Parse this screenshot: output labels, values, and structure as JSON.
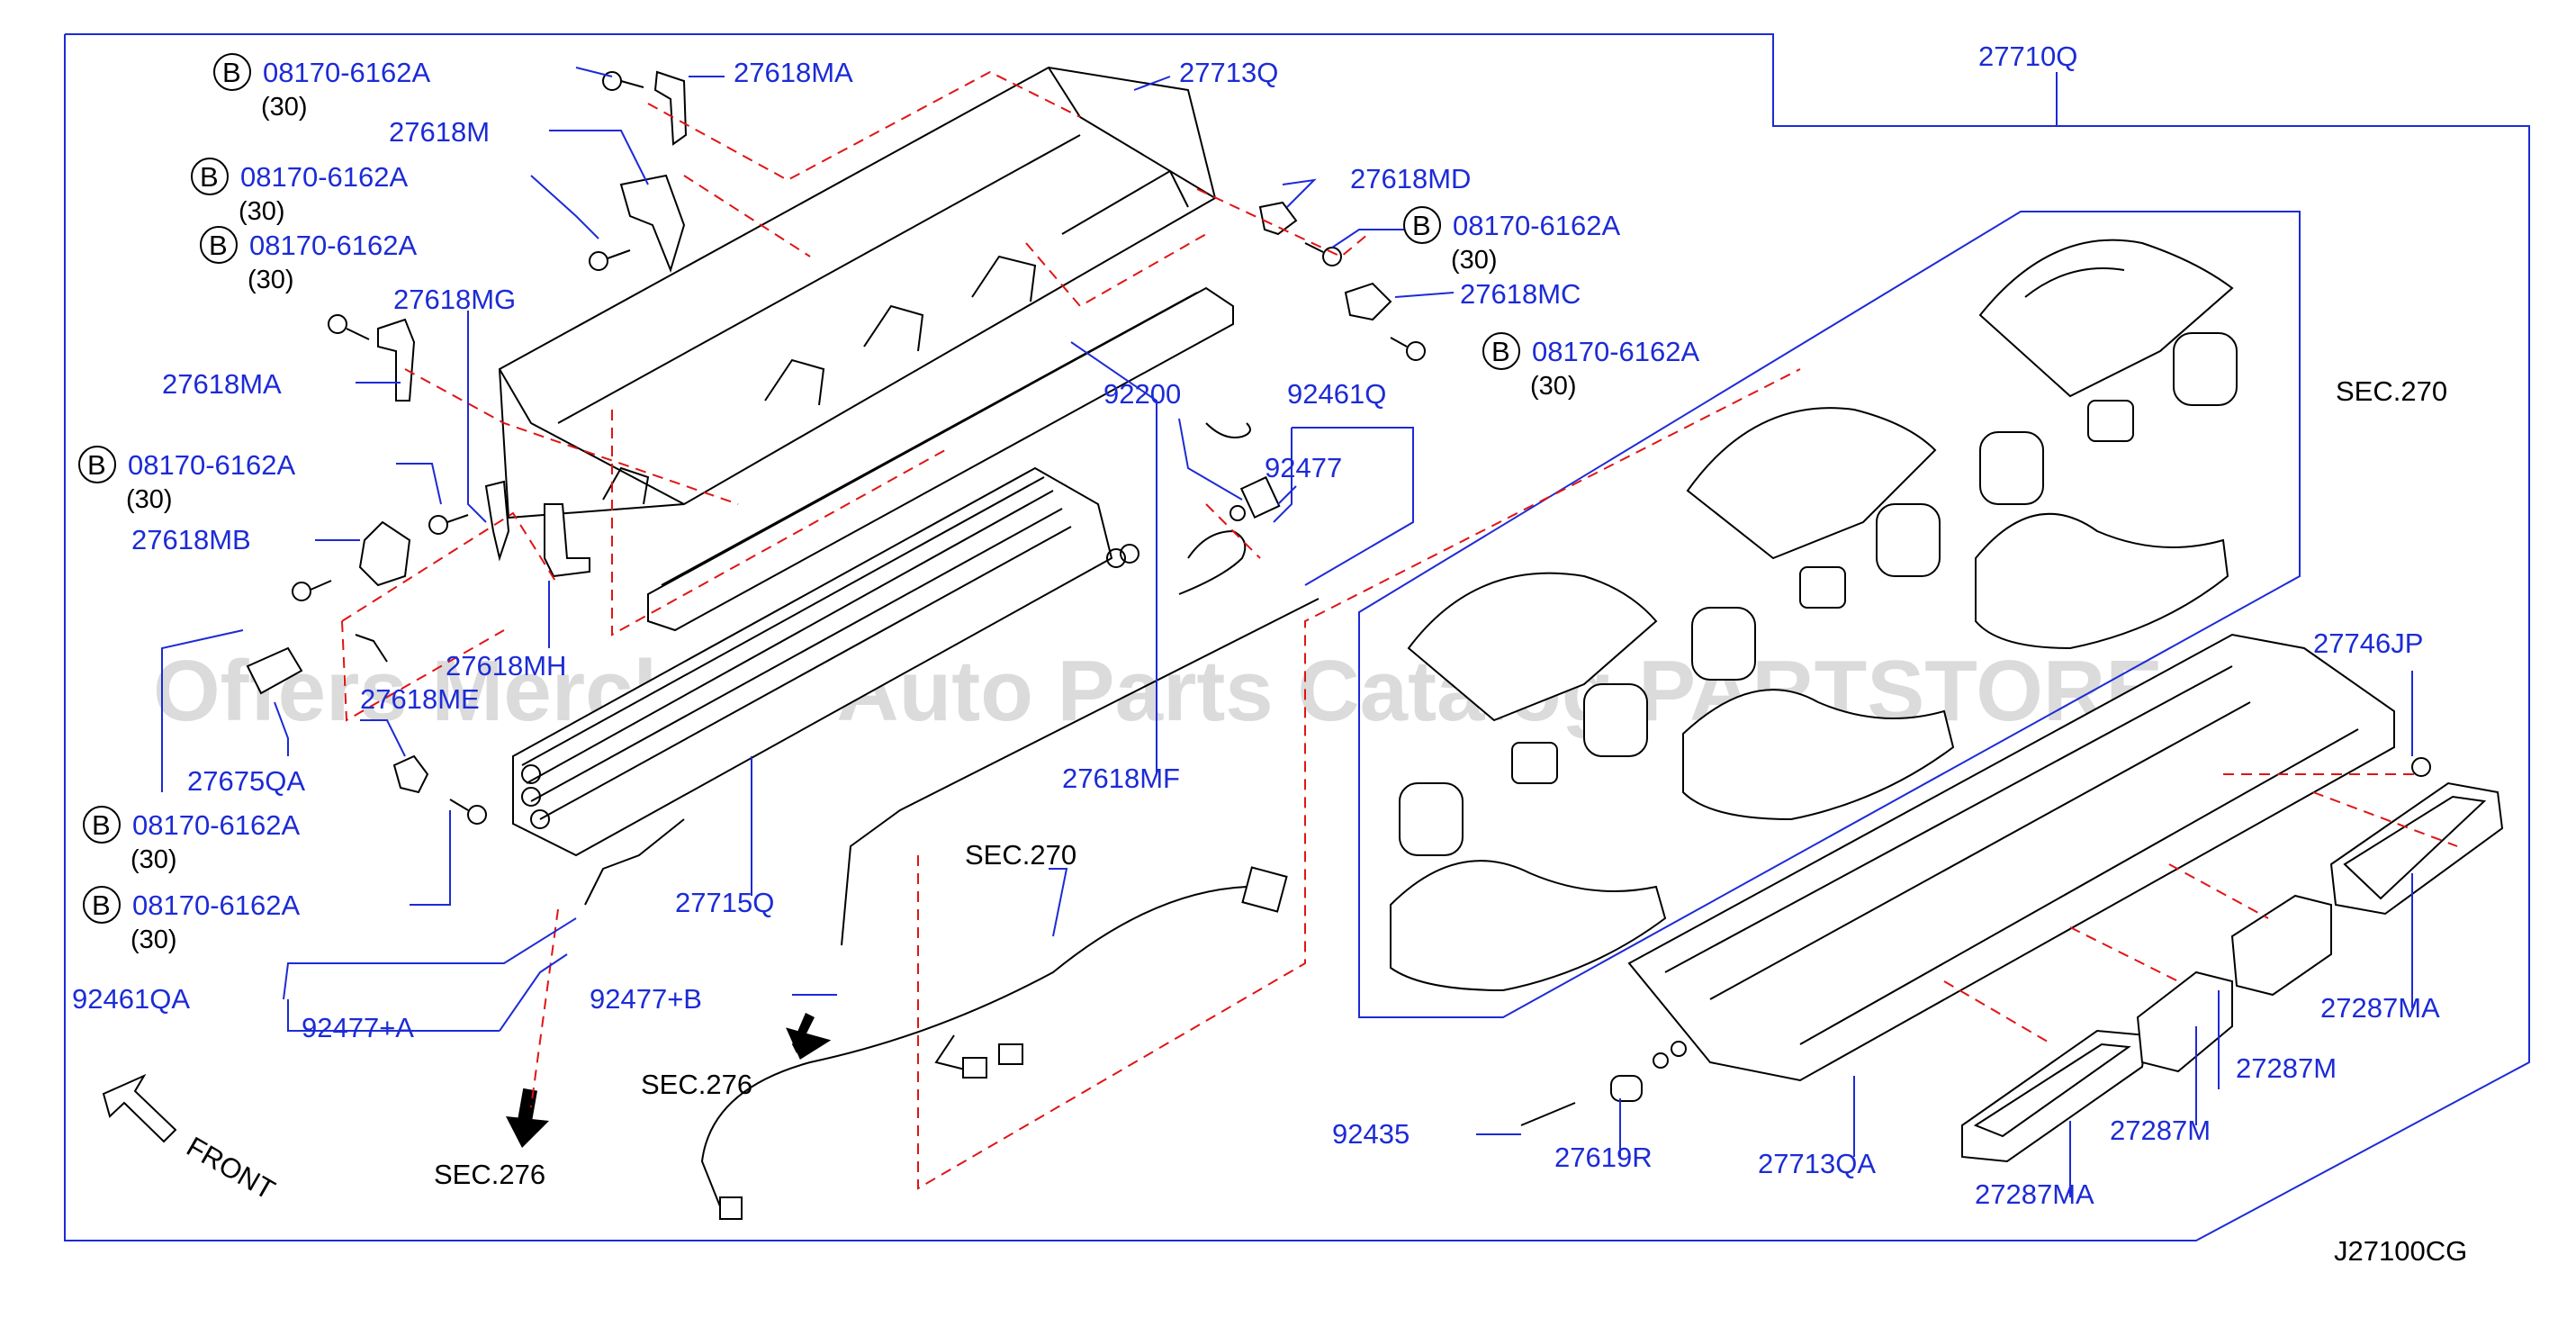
{
  "diagram_code": "J27100CG",
  "watermark": "Offers Merchant Auto Parts Catalog PARTSTORE SA",
  "bolt_marker": "B",
  "bolt_part": "08170-6162A",
  "bolt_qty": "(30)",
  "labels": {
    "p27618MA_top": "27618MA",
    "p27713Q": "27713Q",
    "p27710Q": "27710Q",
    "p27618M": "27618M",
    "p27618MD": "27618MD",
    "p27618MG": "27618MG",
    "p27618MC": "27618MC",
    "p27618MA_left": "27618MA",
    "p92200": "92200",
    "p92461Q": "92461Q",
    "p92477": "92477",
    "sec270_right": "SEC.270",
    "p27618MB": "27618MB",
    "p27618MH": "27618MH",
    "p27618ME": "27618ME",
    "p27746JP": "27746JP",
    "p27675QA": "27675QA",
    "p27618MF": "27618MF",
    "sec270_mid": "SEC.270",
    "p27715Q": "27715Q",
    "p92461QA": "92461QA",
    "p92477B": "92477+B",
    "p92477A": "92477+A",
    "sec276_mid": "SEC.276",
    "sec276_left": "SEC.276",
    "front": "FRONT",
    "p27287MA_right": "27287MA",
    "p27287M_right": "27287M",
    "p27287M_mid": "27287M",
    "p27287MA_bottom": "27287MA",
    "p92435": "92435",
    "p27619R": "27619R",
    "p27713QA": "27713QA"
  }
}
